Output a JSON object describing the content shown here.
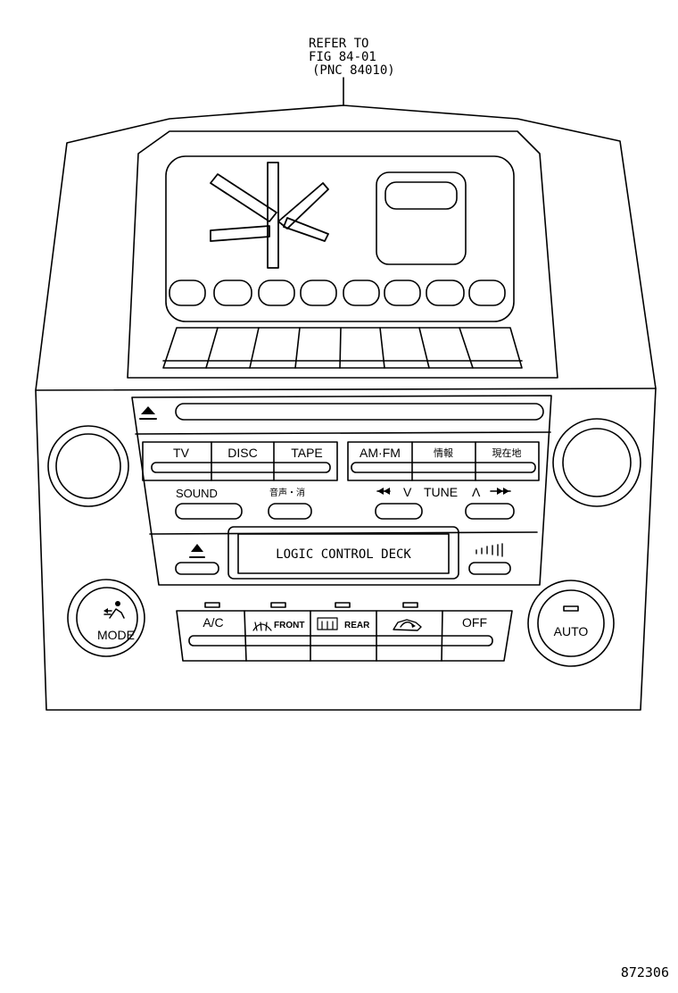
{
  "callout": {
    "line1": "REFER TO",
    "line2": "FIG 84-01",
    "line3": "(PNC 84010)"
  },
  "audio": {
    "source_buttons": {
      "tv": "TV",
      "disc": "DISC",
      "tape": "TAPE",
      "amfm": "AM·FM",
      "info": "情報",
      "location": "現在地"
    },
    "sound": "SOUND",
    "voice_off": "音声・消",
    "tune_down_arrow": "V",
    "tune": "TUNE",
    "tune_up_arrow": "Λ",
    "deck_label": "LOGIC CONTROL DECK"
  },
  "climate": {
    "mode": "MODE",
    "ac": "A/C",
    "front": "FRONT",
    "rear": "REAR",
    "off": "OFF",
    "auto": "AUTO"
  },
  "figure_number": "872306"
}
